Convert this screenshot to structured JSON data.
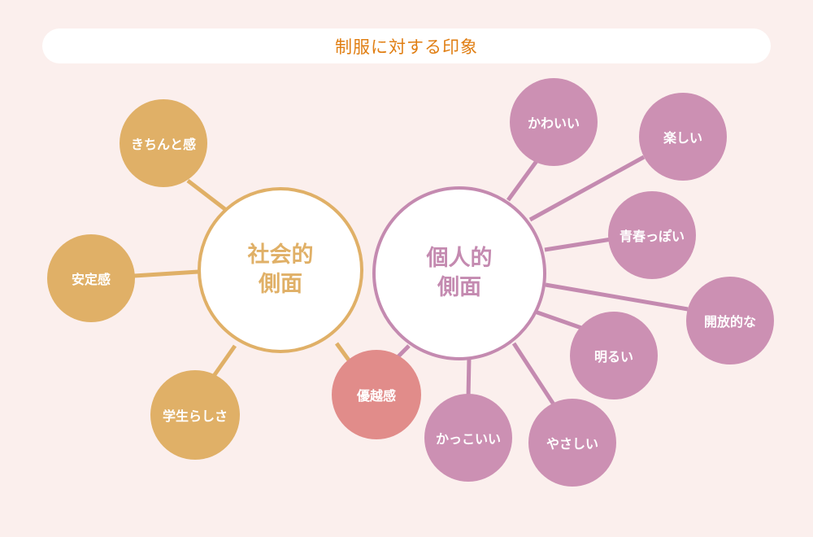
{
  "title": "制服に対する印象",
  "colors": {
    "social": "#e0b067",
    "personal": "#cc90b3",
    "shared": "#e18c8a",
    "title_text": "#e07e12",
    "background": "#fbefed"
  },
  "hubs": {
    "social": {
      "label": "社会的\n側面"
    },
    "personal": {
      "label": "個人的\n側面"
    }
  },
  "social_items": [
    "きちんと感",
    "安定感",
    "学生らしさ"
  ],
  "shared_item": "優越感",
  "personal_items": [
    "かわいい",
    "楽しい",
    "青春っぽい",
    "開放的な",
    "明るい",
    "やさしい",
    "かっこいい"
  ]
}
